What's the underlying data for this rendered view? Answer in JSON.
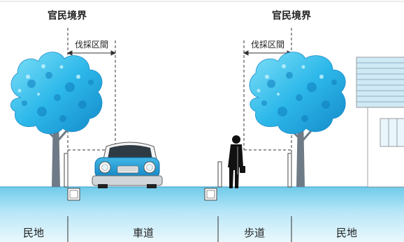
{
  "labels": {
    "boundary_left": "官民境界",
    "boundary_right": "官民境界",
    "cutting_left": "伐採区間",
    "cutting_right": "伐採区間",
    "ground": [
      "民地",
      "車道",
      "歩道",
      "民地"
    ]
  },
  "colors": {
    "tree_light": "#5ED3F3",
    "tree_mid": "#29B6E8",
    "tree_dark": "#1592CF",
    "trunk": "#6E7B86",
    "ground_top": "#6FCBEA",
    "ground_bottom": "#E8F7FD",
    "car_body": "#1E9FD8",
    "car_roof": "#F2F2F2",
    "house_blind": "#CFE9F5",
    "line": "#333333"
  },
  "icons": [
    "tree-icon",
    "car-icon",
    "person-icon",
    "house-icon",
    "curb-post-icon",
    "drain-inlet-icon"
  ]
}
